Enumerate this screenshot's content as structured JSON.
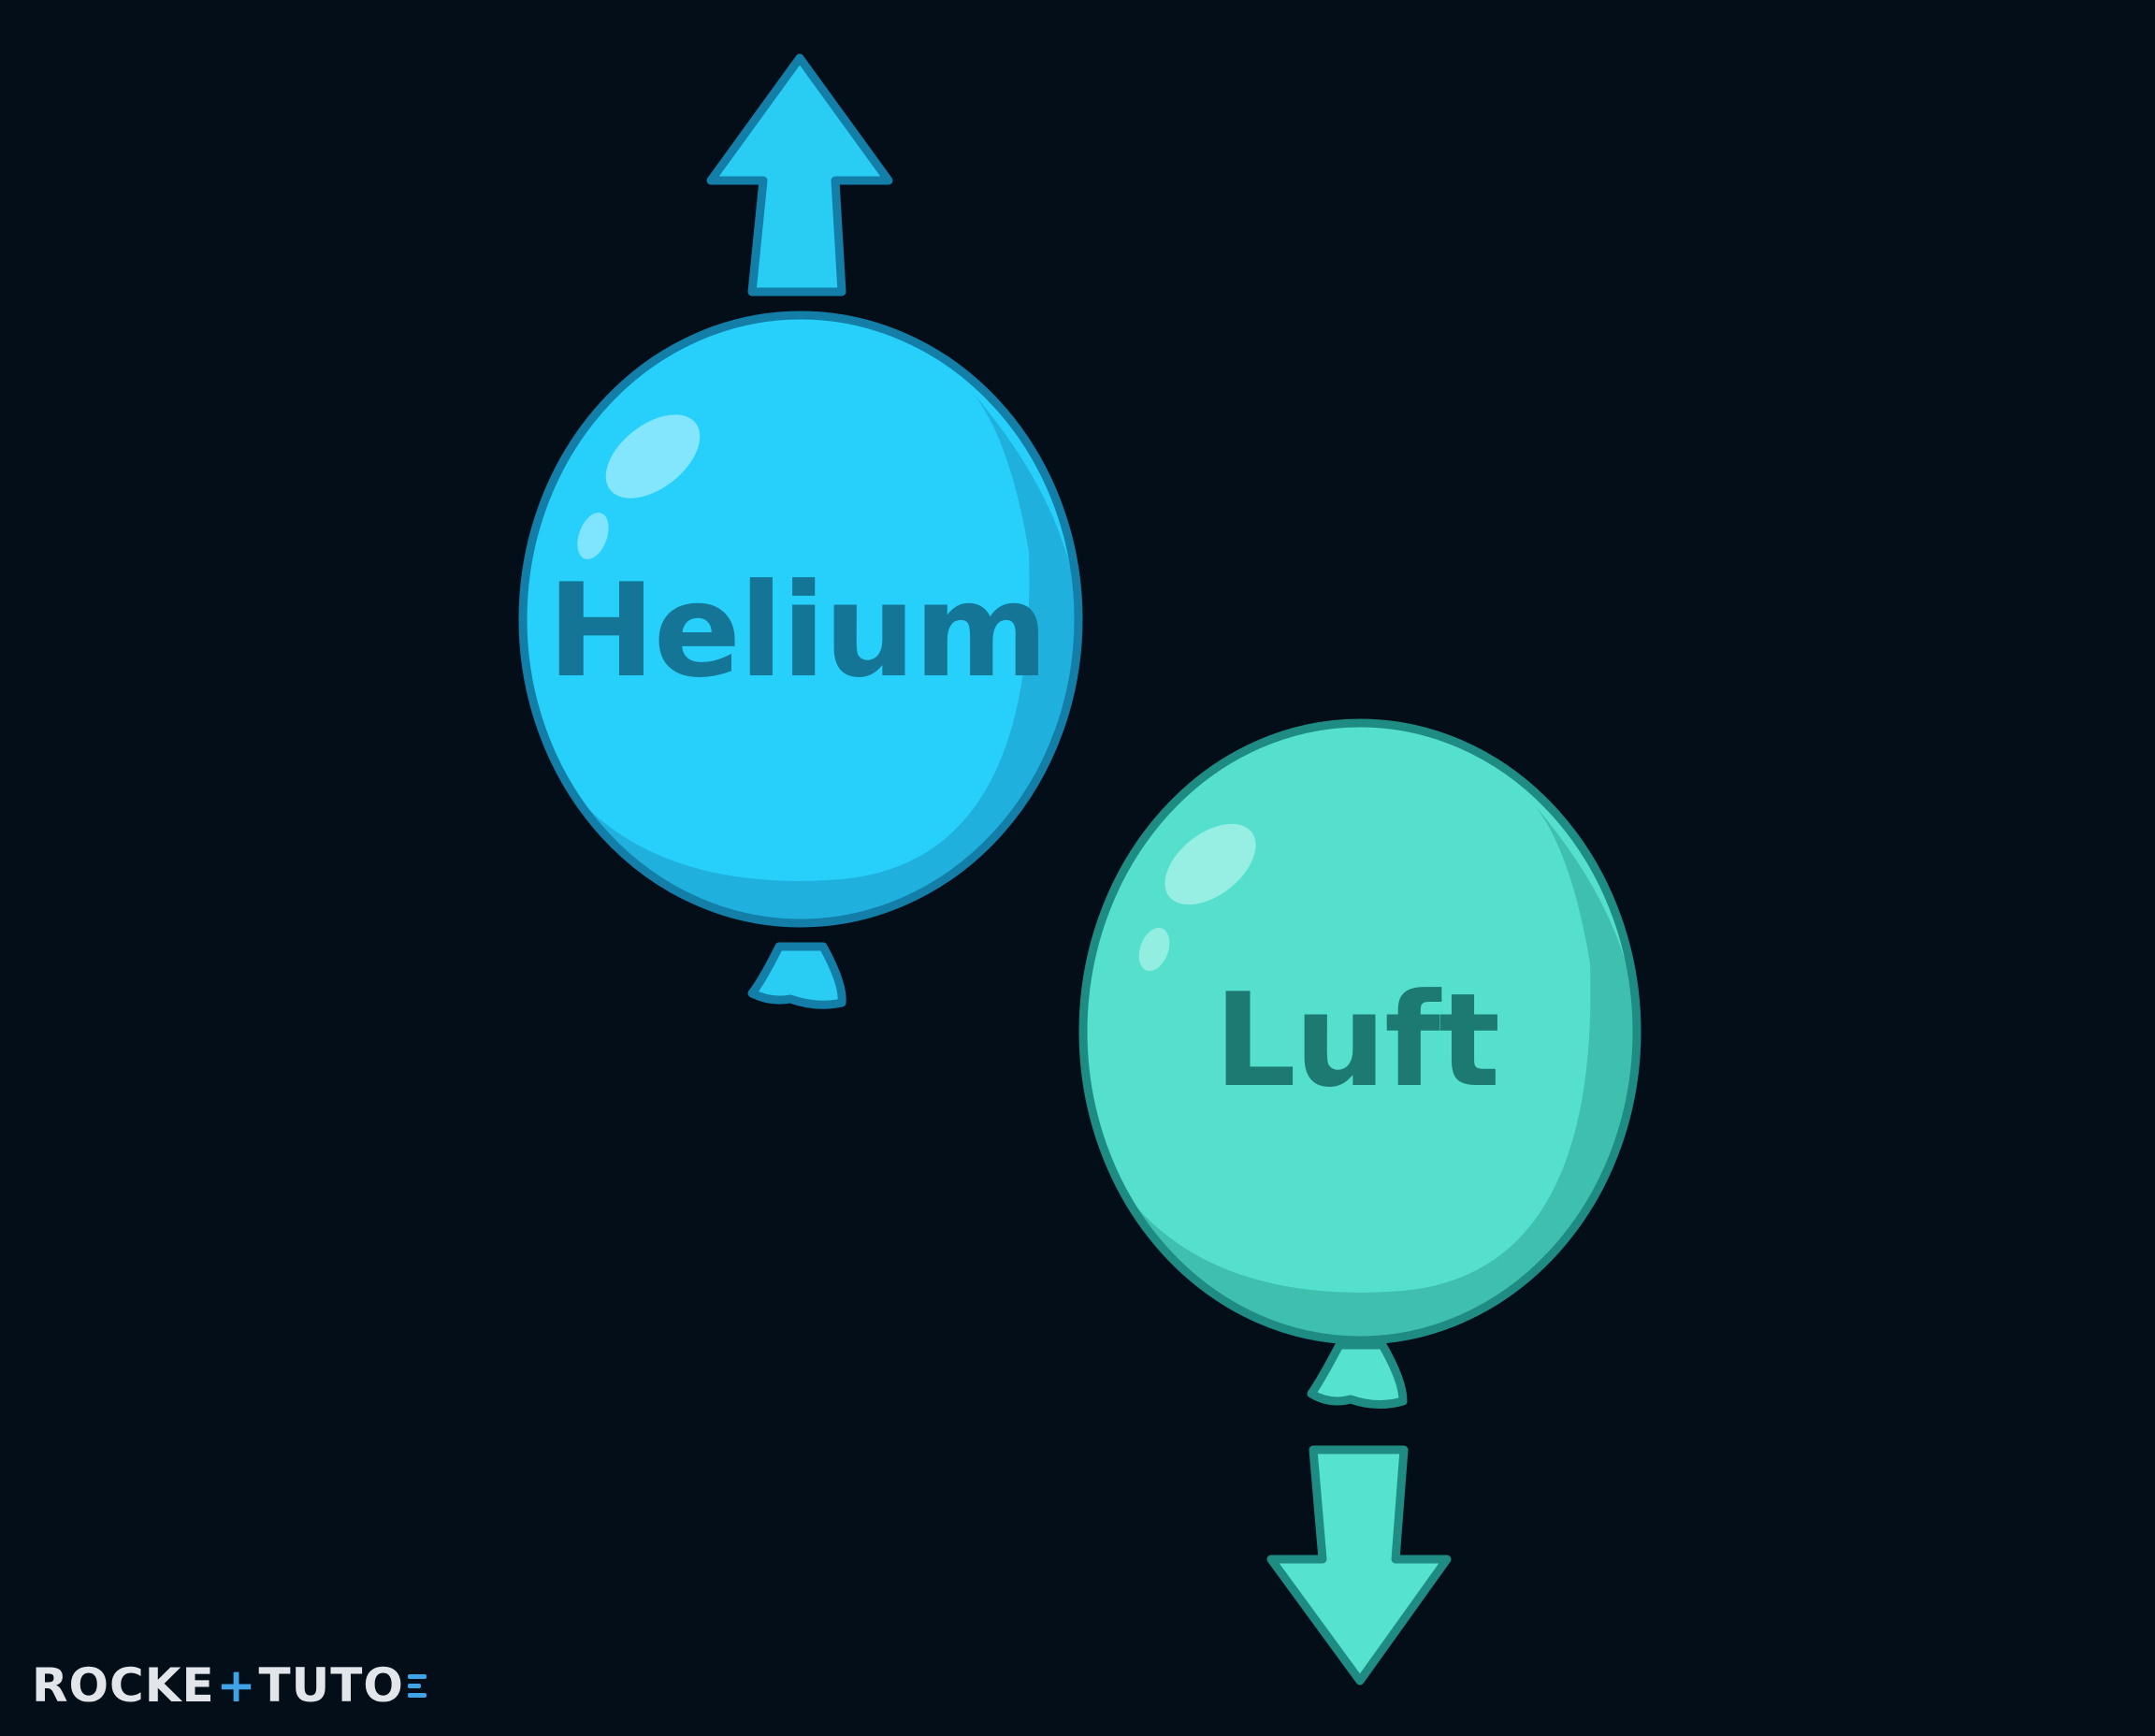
{
  "balloons": {
    "helium": {
      "label": "Helium",
      "direction": "up",
      "fill": "#27d0fb",
      "shade": "#1fb0de",
      "outline": "#137ea8",
      "text_color": "#147596",
      "arrow_fill": "#29ccf2"
    },
    "air": {
      "label": "Luft",
      "direction": "down",
      "fill": "#54e0cd",
      "shade": "#3fbfae",
      "outline": "#1f8c84",
      "text_color": "#1d7a72",
      "arrow_fill": "#55e2cf"
    }
  },
  "logo": {
    "part_one": "ROCKE",
    "plus": "+",
    "part_two": "TUTO",
    "accent_color": "#3fa3e6",
    "text_color": "#e2e6ea"
  },
  "background_color": "#040e18"
}
